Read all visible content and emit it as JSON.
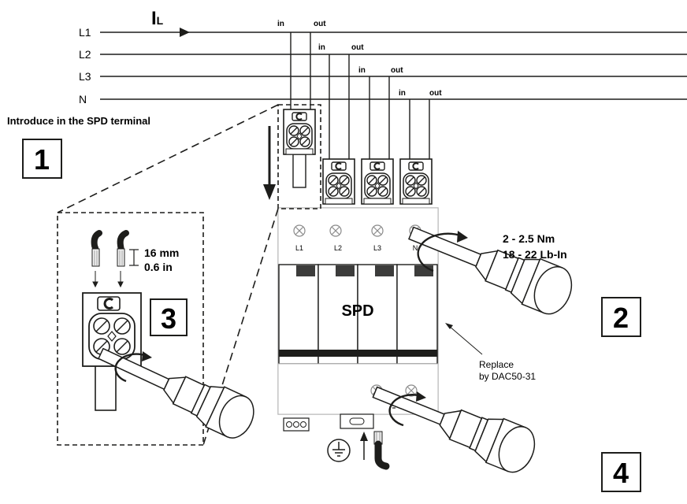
{
  "lines": [
    "L1",
    "L2",
    "L3",
    "N"
  ],
  "current_label": {
    "main": "I",
    "sub": "L"
  },
  "terminal_io": {
    "in": "in",
    "out": "out"
  },
  "instruction": "Introduce  in the SPD terminal",
  "steps": [
    "1",
    "2",
    "3",
    "4"
  ],
  "strip_length": {
    "metric": "16 mm",
    "imperial": "0.6 in"
  },
  "torque": {
    "metric": "2 - 2.5 Nm",
    "imperial": "18 - 22 Lb-In"
  },
  "spd_label": "SPD",
  "module_labels": [
    "L1",
    "L2",
    "L3",
    "N"
  ],
  "replace_note": {
    "line1": "Replace",
    "line2": "by DAC50-31"
  }
}
